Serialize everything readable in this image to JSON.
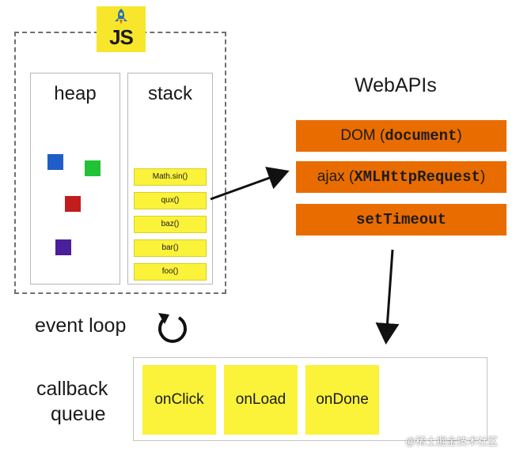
{
  "logo": {
    "text": "JS"
  },
  "heap": {
    "title": "heap",
    "blocks": [
      {
        "color": "#1f5ec8"
      },
      {
        "color": "#22c237"
      },
      {
        "color": "#c11d1d"
      },
      {
        "color": "#4b1e9c"
      }
    ]
  },
  "stack": {
    "title": "stack",
    "frames": [
      "Math.sin()",
      "qux()",
      "baz()",
      "bar()",
      "foo()"
    ]
  },
  "webapis": {
    "title": "WebAPIs",
    "items": [
      {
        "prefix": "DOM (",
        "code": "document",
        "suffix": ")"
      },
      {
        "prefix": "ajax (",
        "code": "XMLHttpRequest",
        "suffix": ")"
      },
      {
        "prefix": "",
        "code": "setTimeout",
        "suffix": ""
      }
    ],
    "color": "#e96c00"
  },
  "event_loop": {
    "label": "event loop"
  },
  "callback_queue": {
    "label_line1": "callback",
    "label_line2": "queue",
    "items": [
      "onClick",
      "onLoad",
      "onDone"
    ]
  },
  "watermark": "@稀土掘金技术社区"
}
